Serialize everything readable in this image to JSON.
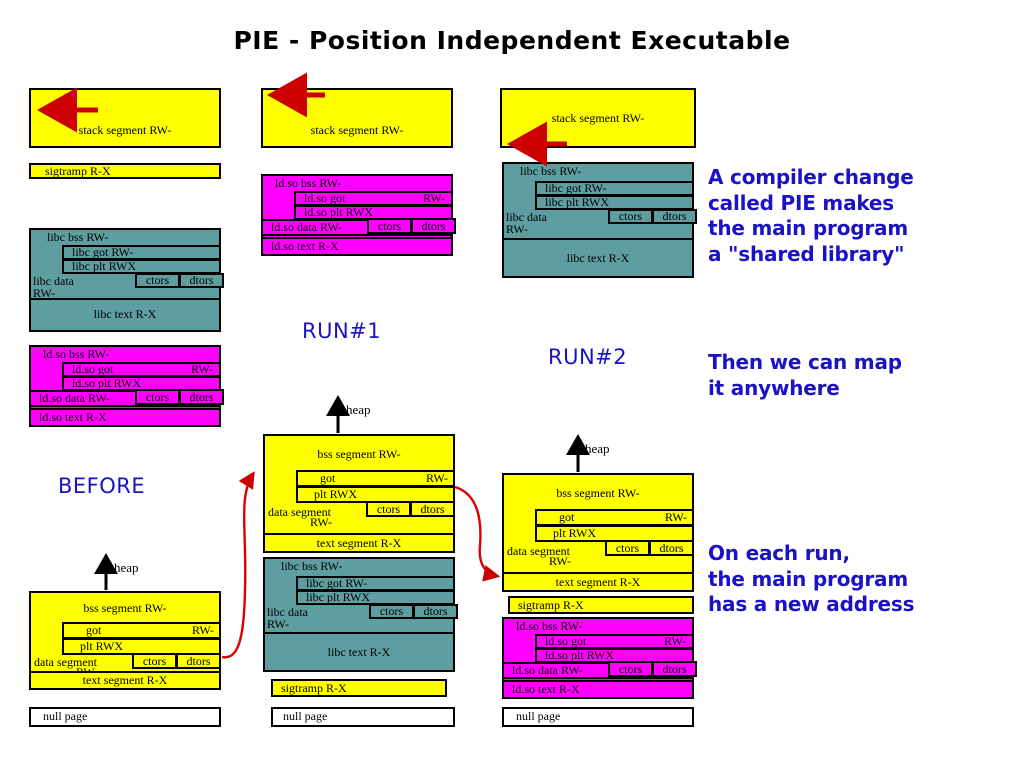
{
  "title": "PIE - Position Independent Executable",
  "colors": {
    "yellow": "#FFFF00",
    "teal": "#5F9EA0",
    "magenta": "#FF00FF",
    "white": "#FFFFFF",
    "blue_text": "#1A12C4",
    "arrow_red": "#D00000",
    "outline": "#000000"
  },
  "column_labels": {
    "before": "BEFORE",
    "run1": "RUN#1",
    "run2": "RUN#2"
  },
  "heap_label": "heap",
  "segments": {
    "stack": "stack segment RW-",
    "sigtramp": "sigtramp R-X",
    "null_page": "null page",
    "bss": "bss segment RW-",
    "got": "got",
    "got_perm": "RW-",
    "plt": "plt  RWX",
    "ctors": "ctors",
    "dtors": "dtors",
    "data": "data segment",
    "data_perm": "RW-",
    "text": "text segment R-X",
    "libc_bss": "libc bss RW-",
    "libc_got": "libc got   RW-",
    "libc_plt": "libc plt   RWX",
    "libc_data": "libc data",
    "libc_data_perm": "RW-",
    "libc_text": "libc text R-X",
    "ldso_bss": "ld.so bss RW-",
    "ldso_got": "ld.so got",
    "ldso_got_perm": "RW-",
    "ldso_plt": "ld.so plt  RWX",
    "ldso_data": "ld.so data RW-",
    "ldso_text": "ld.so text  R-X"
  },
  "notes": {
    "note1": "A compiler change\ncalled PIE makes\nthe main program\na \"shared library\"",
    "note2": "Then we can map\nit anywhere",
    "note3": "On each run,\nthe main program\nhas a new address"
  },
  "columns": [
    {
      "name": "before",
      "label": "BEFORE",
      "blocks": [
        "stack segment RW-",
        "sigtramp R-X",
        "libc group",
        "ld.so group",
        "main program group",
        "null page"
      ]
    },
    {
      "name": "run1",
      "label": "RUN#1",
      "blocks": [
        "stack segment RW-",
        "ld.so group",
        "main program group",
        "libc group",
        "sigtramp R-X",
        "null page"
      ]
    },
    {
      "name": "run2",
      "label": "RUN#2",
      "blocks": [
        "stack segment RW-",
        "libc group",
        "main program group",
        "sigtramp R-X",
        "ld.so group",
        "null page"
      ]
    }
  ]
}
